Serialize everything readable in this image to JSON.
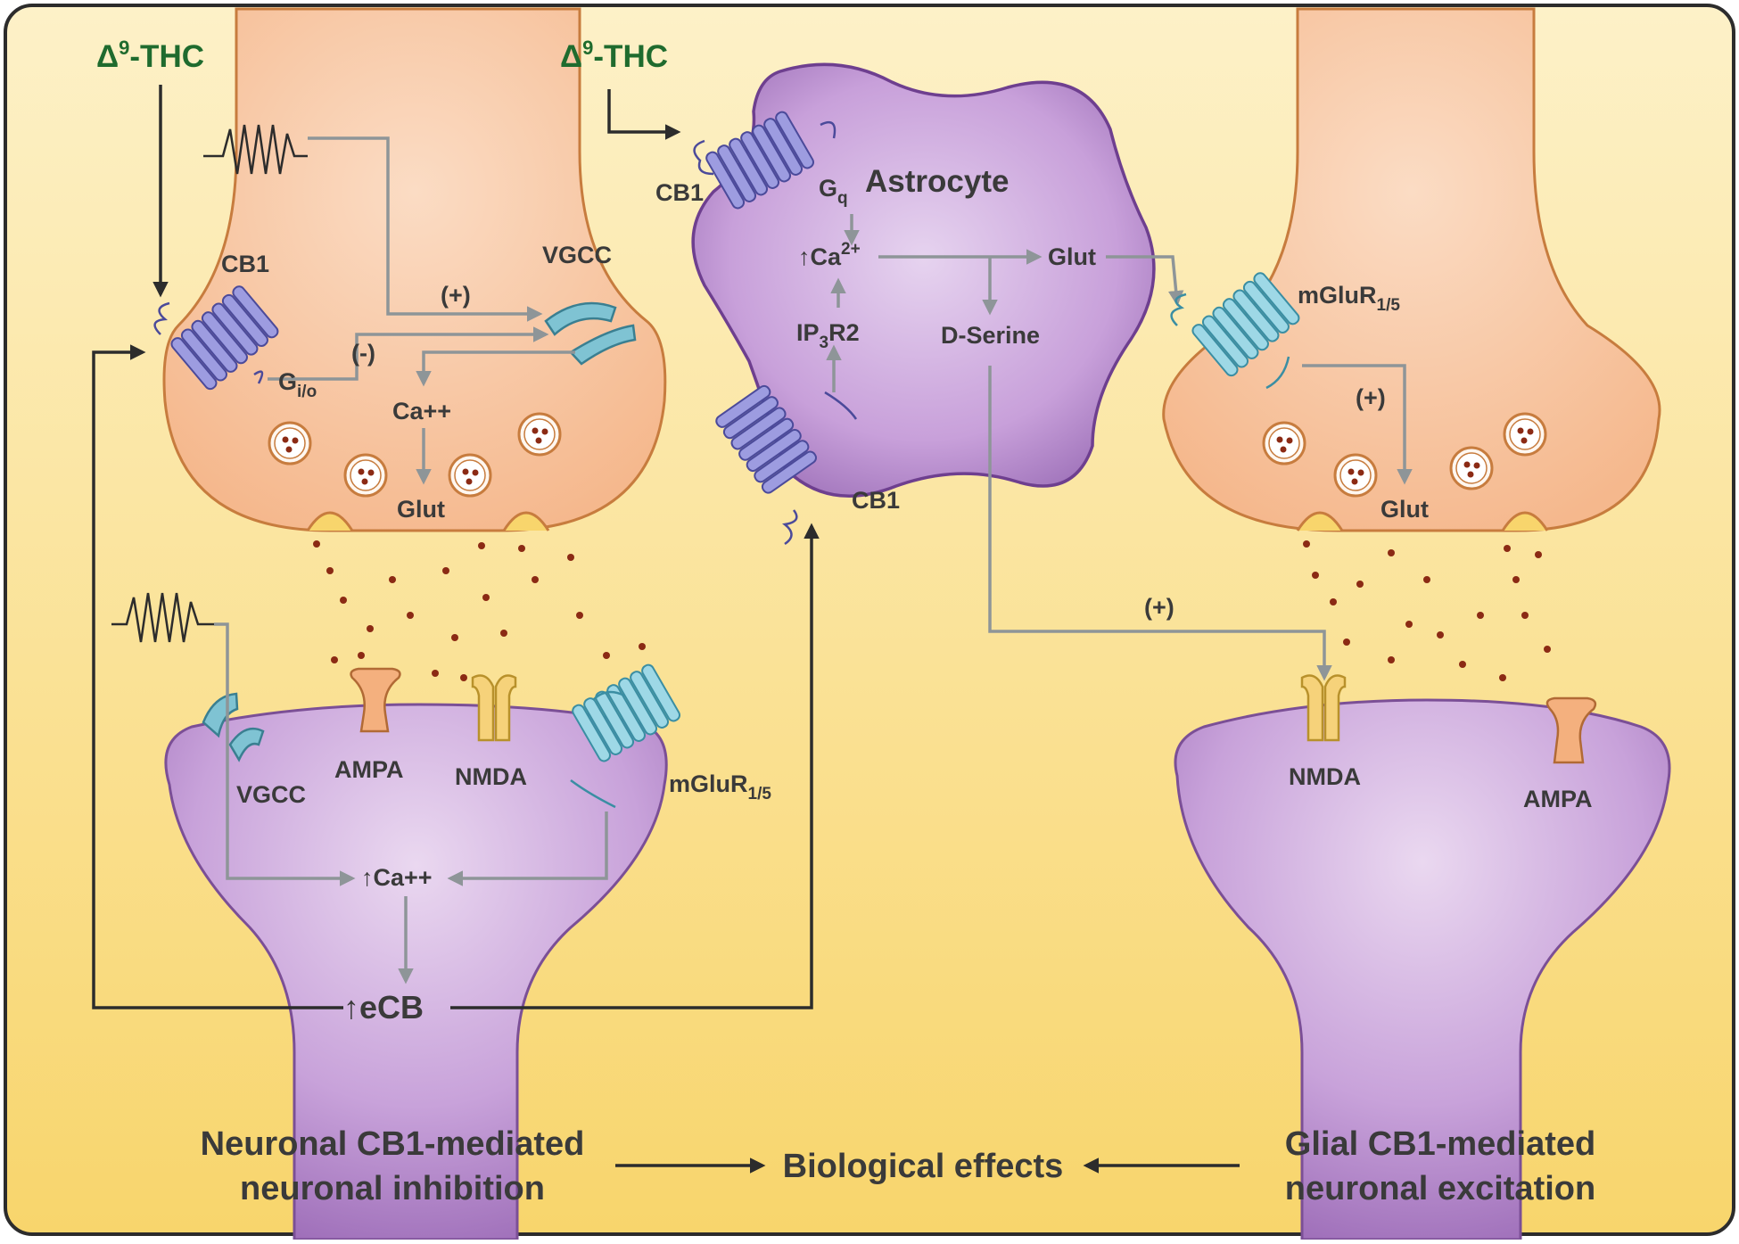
{
  "labels": {
    "thc_left": "Δ",
    "thc_left_sup": "9",
    "thc_left_rest": "-THC",
    "thc_right": "Δ",
    "thc_right_sup": "9",
    "thc_right_rest": "-THC",
    "cb1_pre_left": "CB1",
    "vgcc_pre_left": "VGCC",
    "plus_pre_left": "(+)",
    "minus_pre_left": "(-)",
    "gio": "G",
    "gio_sub": "i/o",
    "ca_pre_left": "Ca++",
    "glut_pre_left": "Glut",
    "vgcc_post_left": "VGCC",
    "ampa_post_left": "AMPA",
    "nmda_post_left": "NMDA",
    "mglur_post_left": "mGluR",
    "mglur_post_left_sub": "1/5",
    "ca_post_left": "↑Ca++",
    "ecb": "↑eCB",
    "astrocyte": "Astrocyte",
    "cb1_astro_top": "CB1",
    "cb1_astro_bottom": "CB1",
    "gq": "G",
    "gq_sub": "q",
    "ca2": "↑Ca",
    "ca2_sup": "2+",
    "ip3r2_a": "IP",
    "ip3r2_sub": "3",
    "ip3r2_b": "R2",
    "glut_astro": "Glut",
    "dserine": "D-Serine",
    "mglur_pre_right": "mGluR",
    "mglur_pre_right_sub": "1/5",
    "plus_pre_right": "(+)",
    "glut_pre_right": "Glut",
    "plus_dserine": "(+)",
    "nmda_post_right": "NMDA",
    "ampa_post_right": "AMPA",
    "bottom_left_1": "Neuronal CB1-mediated",
    "bottom_left_2": "neuronal inhibition",
    "bottom_center": "Biological effects",
    "bottom_right_1": "Glial CB1-mediated",
    "bottom_right_2": "neuronal excitation"
  },
  "colors": {
    "background_top": "#fdf0c2",
    "background_bottom": "#f8d46a",
    "presynaptic": "#f8c9a4",
    "presynaptic_outline": "#c77c3e",
    "postsynaptic": "#c9a4d9",
    "postsynaptic_outline": "#7b4f96",
    "astrocyte": "#c9a4d9",
    "cb1_receptor": "#8f8ed6",
    "mglur_receptor": "#8fd3e3",
    "vgcc": "#6fb5c8",
    "ampa": "#f4b07e",
    "nmda": "#f6d27a",
    "glutamate_dot": "#8b2a14",
    "thc_text": "#1f6b2e",
    "gray_arrow": "#8e9598",
    "dark_arrow": "#2c2c2c"
  },
  "icons": {
    "action_potential_left_top": "action-potential-icon",
    "action_potential_left_bottom": "action-potential-icon",
    "vesicle": "synaptic-vesicle-icon",
    "receptor_7tm": "seven-transmembrane-receptor-icon"
  }
}
